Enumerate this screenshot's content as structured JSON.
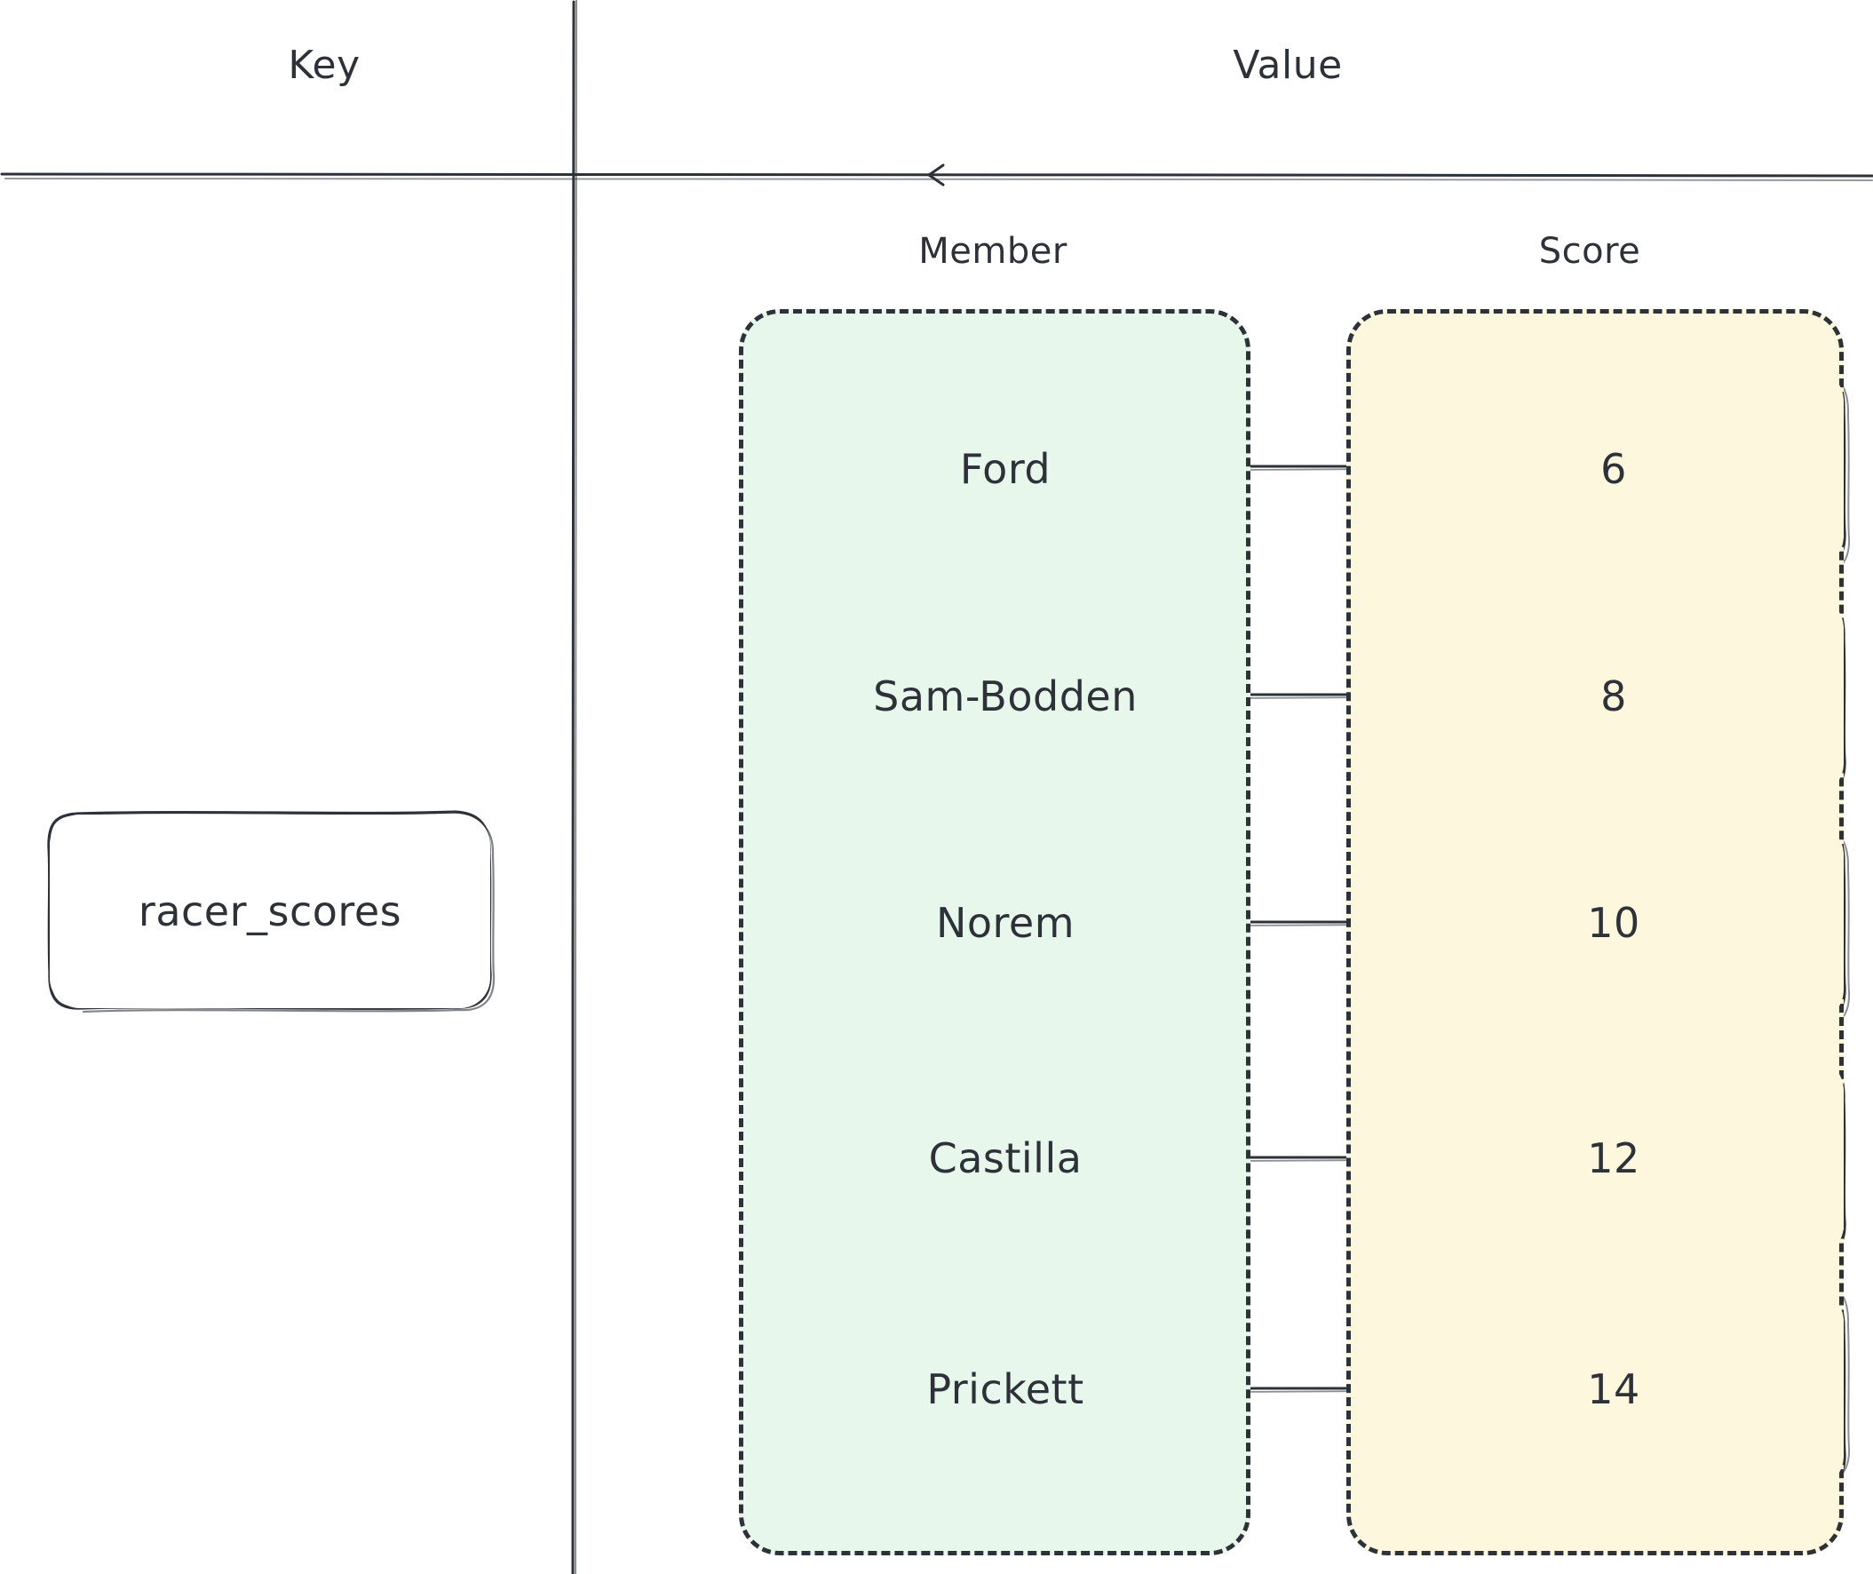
{
  "diagram": {
    "title_key": "Key",
    "title_value": "Value",
    "sub_member": "Member",
    "sub_score": "Score",
    "key_name": "racer_scores",
    "colors": {
      "member_fill": "#e8f7ec",
      "score_fill": "#fdf7dd",
      "stroke": "#2d3239",
      "background": "#ffffff"
    },
    "entries": [
      {
        "member": "Ford",
        "score": "6"
      },
      {
        "member": "Sam-Bodden",
        "score": "8"
      },
      {
        "member": "Norem",
        "score": "10"
      },
      {
        "member": "Castilla",
        "score": "12"
      },
      {
        "member": "Prickett",
        "score": "14"
      }
    ]
  }
}
